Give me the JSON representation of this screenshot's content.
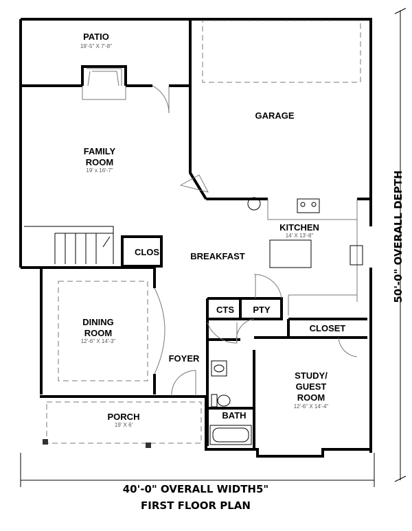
{
  "plan_title": "FIRST FLOOR PLAN",
  "overall_width": "40'-0\" OVERALL WIDTH5\"",
  "overall_depth": "50'-0\" OVERALL DEPTH",
  "rooms": {
    "patio": {
      "name": "PATIO",
      "size": "19'-5\" X 7'-8\""
    },
    "garage": {
      "name": "GARAGE"
    },
    "family": {
      "name1": "FAMILY",
      "name2": "ROOM",
      "size": "19' x 16'-7\""
    },
    "kitchen": {
      "name": "KITCHEN",
      "size": "14' X 13'-8\""
    },
    "breakfast": {
      "name": "BREAKFAST"
    },
    "clos": {
      "name": "CLOS"
    },
    "dining": {
      "name1": "DINING",
      "name2": "ROOM",
      "size": "12'-6\" X 14'-3\""
    },
    "cts": {
      "name": "CTS"
    },
    "pty": {
      "name": "PTY"
    },
    "closet": {
      "name": "CLOSET"
    },
    "foyer": {
      "name": "FOYER"
    },
    "study": {
      "name1": "STUDY/",
      "name2": "GUEST",
      "name3": "ROOM",
      "size": "12'-6\" X 14'-4\""
    },
    "bath": {
      "name": "BATH"
    },
    "porch": {
      "name": "PORCH",
      "size": "19' X 6'"
    }
  }
}
